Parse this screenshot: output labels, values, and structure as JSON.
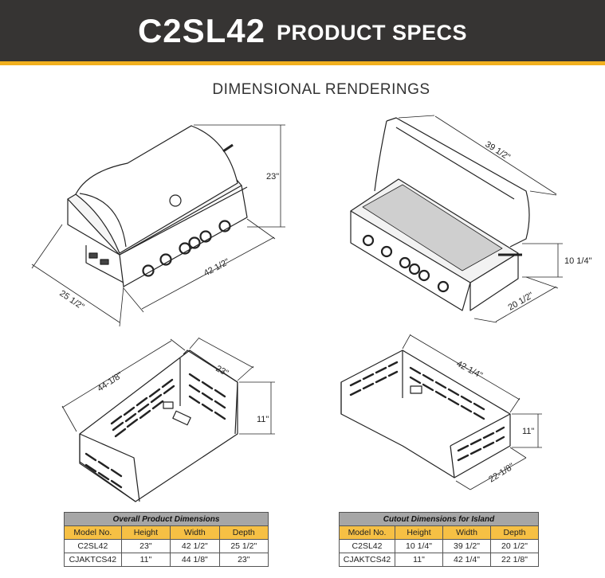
{
  "header": {
    "model": "C2SL42",
    "title_rest": "PRODUCT SPECS",
    "accent_color": "#f2b01e",
    "bar_color": "#363433"
  },
  "section_title": "DIMENSIONAL RENDERINGS",
  "renderings": {
    "grill_closed": {
      "height": "23\"",
      "width": "42 1/2\"",
      "depth": "25 1/2\""
    },
    "grill_open": {
      "width": "39 1/2\"",
      "height": "10 1/4\"",
      "depth": "20 1/2\""
    },
    "jacket": {
      "width": "44-1/8\"",
      "depth": "23\"",
      "height": "11\""
    },
    "cutout": {
      "width": "42-1/4\"",
      "height": "11\"",
      "depth": "22-1/8\""
    }
  },
  "tables": {
    "overall": {
      "caption": "Overall Product Dimensions",
      "headers": [
        "Model No.",
        "Height",
        "Width",
        "Depth"
      ],
      "rows": [
        [
          "C2SL42",
          "23\"",
          "42 1/2\"",
          "25 1/2\""
        ],
        [
          "CJAKTCS42",
          "11\"",
          "44 1/8\"",
          "23\""
        ]
      ]
    },
    "cutout": {
      "caption": "Cutout Dimensions for Island",
      "headers": [
        "Model No.",
        "Height",
        "Width",
        "Depth"
      ],
      "rows": [
        [
          "C2SL42",
          "10 1/4\"",
          "39 1/2\"",
          "20 1/2\""
        ],
        [
          "CJAKTCS42",
          "11\"",
          "42 1/4\"",
          "22 1/8\""
        ]
      ]
    }
  }
}
